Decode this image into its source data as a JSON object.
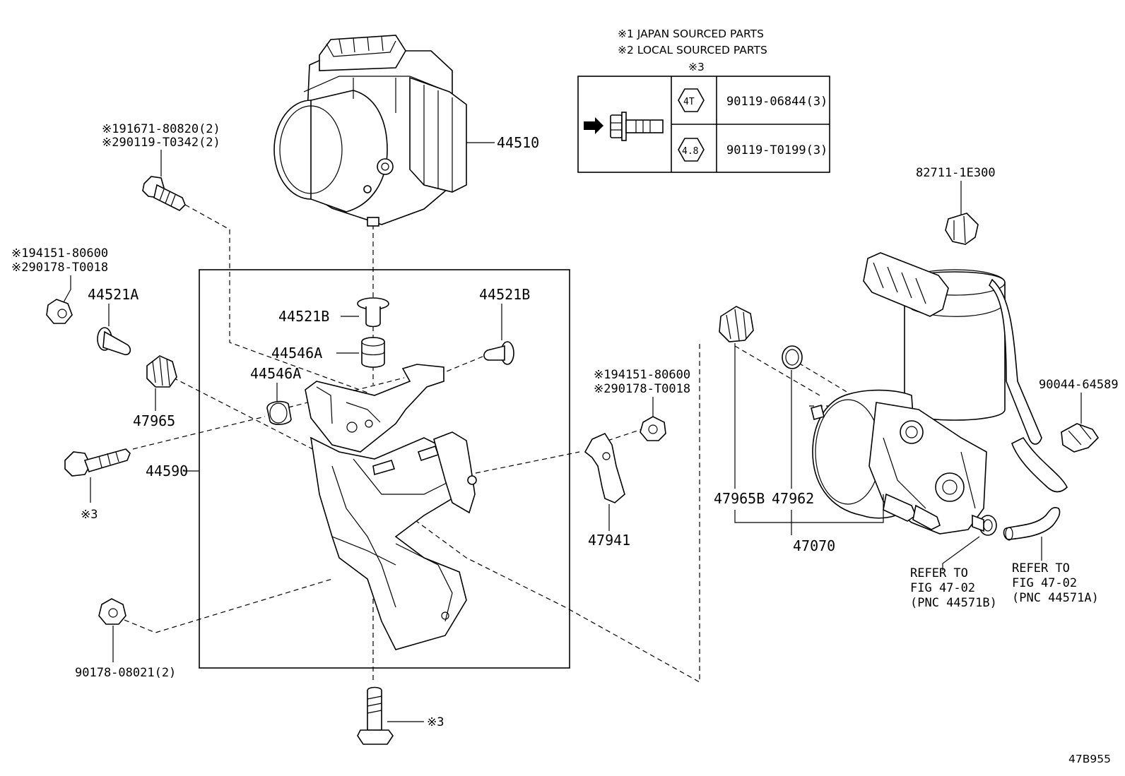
{
  "notes": {
    "japan": "※1 JAPAN SOURCED PARTS",
    "local": "※2 LOCAL SOURCED PARTS",
    "table_title": "※3"
  },
  "bolt_table": {
    "rows": [
      {
        "grade": "4T",
        "part_no": "90119-06844(3)"
      },
      {
        "grade": "4.8",
        "part_no": "90119-T0199(3)"
      }
    ]
  },
  "labels": {
    "l44510": "44510",
    "l91671_a": "※191671-80820(2)",
    "l91671_b": "※290119-T0342(2)",
    "l94151_left_a": "※194151-80600",
    "l94151_left_b": "※290178-T0018",
    "l44521A": "44521A",
    "l44521B_center": "44521B",
    "l44521B_right": "44521B",
    "l44546A_top": "44546A",
    "l44546A_mid": "44546A",
    "l47965": "47965",
    "l44590": "44590",
    "l_ref3_left": "※3",
    "l90178": "90178-08021(2)",
    "l_ref3_bottom": "※3",
    "l94151_right_a": "※194151-80600",
    "l94151_right_b": "※290178-T0018",
    "l47941": "47941",
    "l82711": "82711-1E300",
    "l90044": "90044-64589",
    "l47965B": "47965B",
    "l47962": "47962",
    "l47070": "47070",
    "ref_b_1": "REFER TO",
    "ref_b_2": "FIG 47-02",
    "ref_b_3": "(PNC 44571B)",
    "ref_a_1": "REFER TO",
    "ref_a_2": "FIG 47-02",
    "ref_a_3": "(PNC 44571A)",
    "code": "47B955"
  }
}
